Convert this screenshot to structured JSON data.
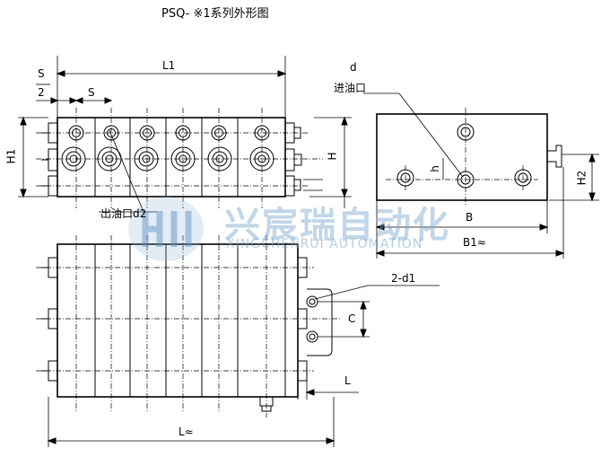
{
  "title": "PSQ- ※1系列外形图",
  "labels": {
    "s_half_top": "S",
    "s_half_bottom": "2",
    "s": "S",
    "l1": "L1",
    "h1": "H1",
    "h": "H",
    "outlet": "出油口d2",
    "d": "d",
    "inlet": "进油口",
    "h_small": "h",
    "h2": "H2",
    "b": "B",
    "b1": "B1≈",
    "two_d1": "2-d1",
    "c": "C",
    "l": "L",
    "l_approx": "L≈"
  },
  "watermark": {
    "chinese": "兴宸瑞自动化",
    "english": "XINGCHENRUI AUTOMATION",
    "color": "#78a5cd"
  }
}
